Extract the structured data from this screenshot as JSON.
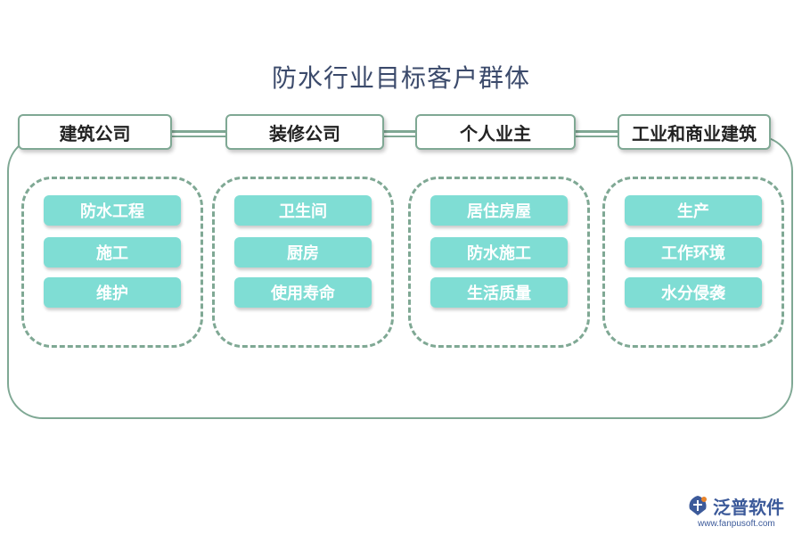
{
  "title": "防水行业目标客户群体",
  "categories": [
    {
      "header": "建筑公司",
      "items": [
        "防水工程",
        "施工",
        "维护"
      ]
    },
    {
      "header": "装修公司",
      "items": [
        "卫生间",
        "厨房",
        "使用寿命"
      ]
    },
    {
      "header": "个人业主",
      "items": [
        "居住房屋",
        "防水施工",
        "生活质量"
      ]
    },
    {
      "header": "工业和商业建筑",
      "items": [
        "生产",
        "工作环境",
        "水分侵袭"
      ]
    }
  ],
  "logo": {
    "name": "泛普软件",
    "url": "www.fanpusoft.com"
  },
  "colors": {
    "border": "#7fa894",
    "item_fill": "#7fddd4",
    "title": "#3b4a6b",
    "brand": "#3c5a9a"
  }
}
